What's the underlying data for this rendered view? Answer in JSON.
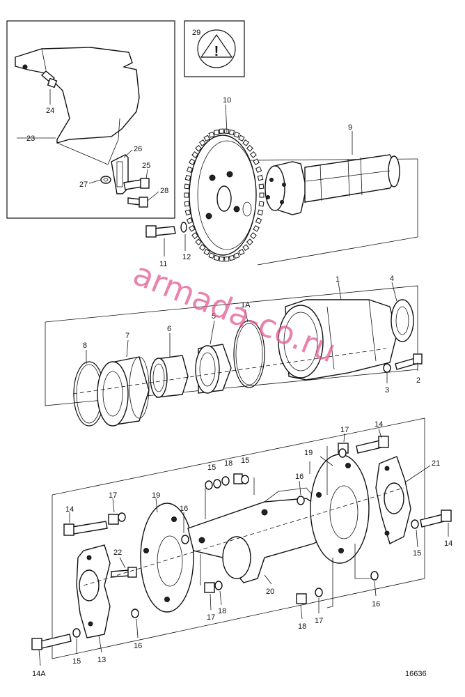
{
  "drawing_number": "16636",
  "watermark": "armada-co.ru",
  "warning_box": {
    "number": "29",
    "symbol": "!"
  },
  "parts": {
    "p1": "1",
    "p2": "2",
    "p3": "3",
    "p4": "4",
    "p5": "5",
    "p6": "6",
    "p7": "7",
    "p8": "8",
    "p9": "9",
    "p10": "10",
    "p11": "11",
    "p12": "12",
    "p13": "13",
    "p14a": "14",
    "p14b": "14",
    "p14c": "14",
    "p14A": "14A",
    "p15a": "15",
    "p15b": "15",
    "p15c": "15",
    "p15d": "15",
    "p16a": "16",
    "p16b": "16",
    "p16c": "16",
    "p16d": "16",
    "p17a": "17",
    "p17b": "17",
    "p17c": "17",
    "p17d": "17",
    "p18a": "18",
    "p18b": "18",
    "p18c": "18",
    "p19a": "19",
    "p19b": "19",
    "p20": "20",
    "p21": "21",
    "p22": "22",
    "p23": "23",
    "p24": "24",
    "p25": "25",
    "p26": "26",
    "p27": "27",
    "p28": "28",
    "p1A": "1A"
  }
}
